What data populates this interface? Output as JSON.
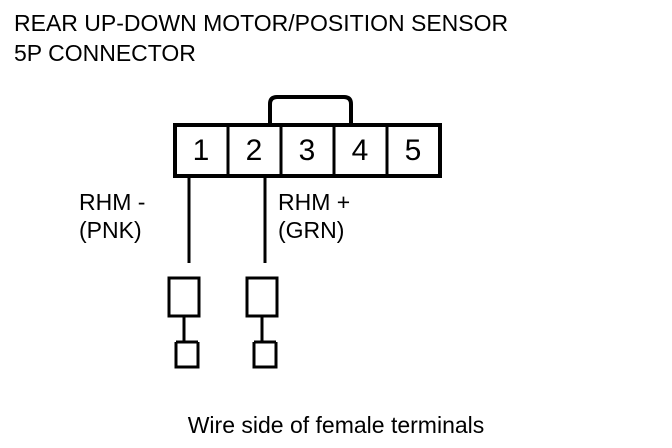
{
  "title": {
    "line1": "REAR UP-DOWN MOTOR/POSITION SENSOR",
    "line2": "5P CONNECTOR"
  },
  "connector": {
    "type": "5P CONNECTOR",
    "pin_count": 5,
    "pins": [
      {
        "number": "1",
        "signal": "RHM -",
        "wire_color": "(PNK)"
      },
      {
        "number": "2",
        "signal": "RHM +",
        "wire_color": "(GRN)"
      },
      {
        "number": "3",
        "signal": "",
        "wire_color": ""
      },
      {
        "number": "4",
        "signal": "",
        "wire_color": ""
      },
      {
        "number": "5",
        "signal": "",
        "wire_color": ""
      }
    ],
    "latch_position": "above pin 3",
    "stroke_color": "#000000",
    "fill_color": "#ffffff"
  },
  "labels": {
    "left": {
      "signal": "RHM -",
      "color": "(PNK)"
    },
    "right": {
      "signal": "RHM +",
      "color": "(GRN)"
    }
  },
  "terminals": [
    {
      "pin": "1",
      "name": "female-terminal-pin-1"
    },
    {
      "pin": "2",
      "name": "female-terminal-pin-2"
    }
  ],
  "caption": "Wire side of female terminals",
  "colors": {
    "line": "#000000",
    "background": "#ffffff",
    "text": "#000000"
  }
}
